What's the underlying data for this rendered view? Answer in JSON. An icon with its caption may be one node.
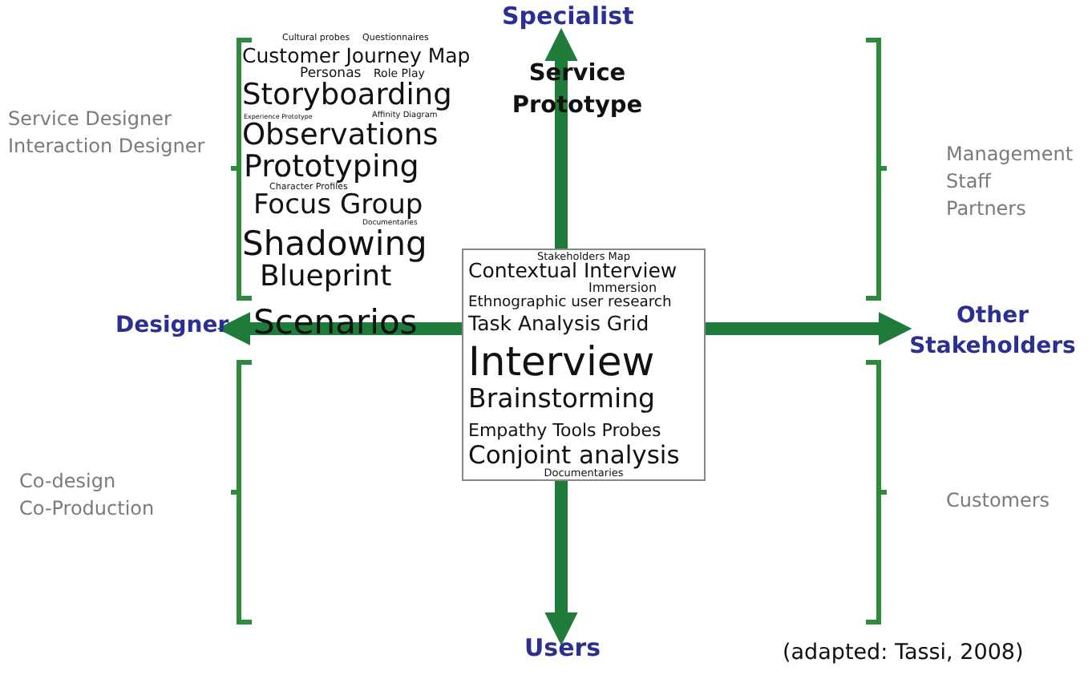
{
  "diagram": {
    "caption": "(adapted: Tassi, 2008)",
    "nodes": [
      {
        "text": [
          "Stakeholders Map",
          "Contextual Interview",
          "Immersion",
          "Ethnographic user research",
          "Task Analysis Grid",
          "Interview",
          "Brainstorming",
          "Empathy Tools Probes",
          "Conjoint analysis",
          "Documentaries"
        ]
      }
    ],
    "labels": [
      "Specialist",
      "Service Designer",
      "Interaction Designer",
      "Cultural probes",
      "Questionnaires",
      "Customer Journey Map",
      "Personas",
      "Role Play",
      "Storyboarding",
      "Experience Prototype",
      "Affinity Diagram",
      "Observations",
      "Prototyping",
      "Character Profiles",
      "Focus Group",
      "Documentaries",
      "Shadowing",
      "Blueprint",
      "Service Prototype",
      "Management",
      "Staff",
      "Partners",
      "Designer",
      "Scenarios",
      "Other Stakeholders",
      "Co-design",
      "Co-Production",
      "Customers",
      "Users"
    ]
  }
}
